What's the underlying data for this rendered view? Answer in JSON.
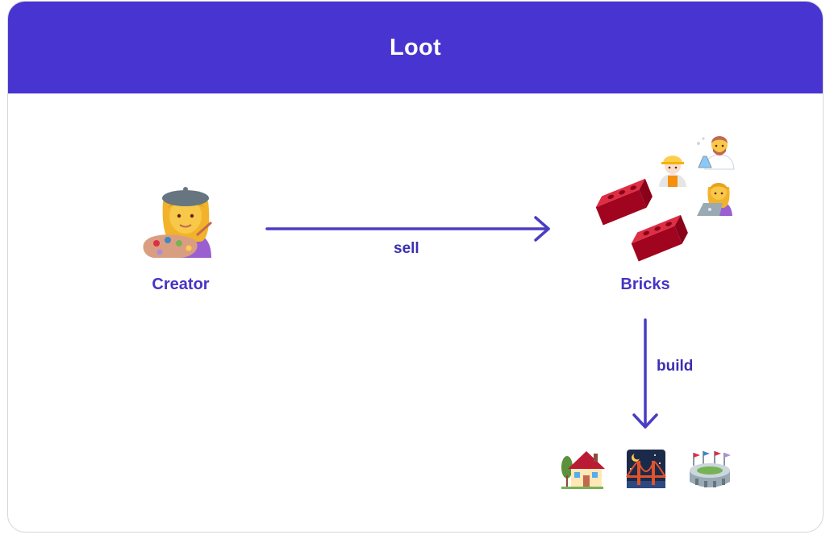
{
  "header": {
    "title": "Loot"
  },
  "nodes": {
    "creator": {
      "label": "Creator",
      "icon": "woman-artist-icon"
    },
    "bricks": {
      "label": "Bricks",
      "icon": "bricks-icon"
    }
  },
  "edges": {
    "sell": {
      "label": "sell"
    },
    "build": {
      "label": "build"
    }
  },
  "workers": [
    "construction-worker-icon",
    "scientist-icon",
    "technologist-icon"
  ],
  "buildings": [
    "house-icon",
    "bridge-at-night-icon",
    "stadium-icon"
  ],
  "colors": {
    "header_bg": "#4834d0",
    "accent": "#4534c6",
    "arrow": "#4a3dc2"
  }
}
